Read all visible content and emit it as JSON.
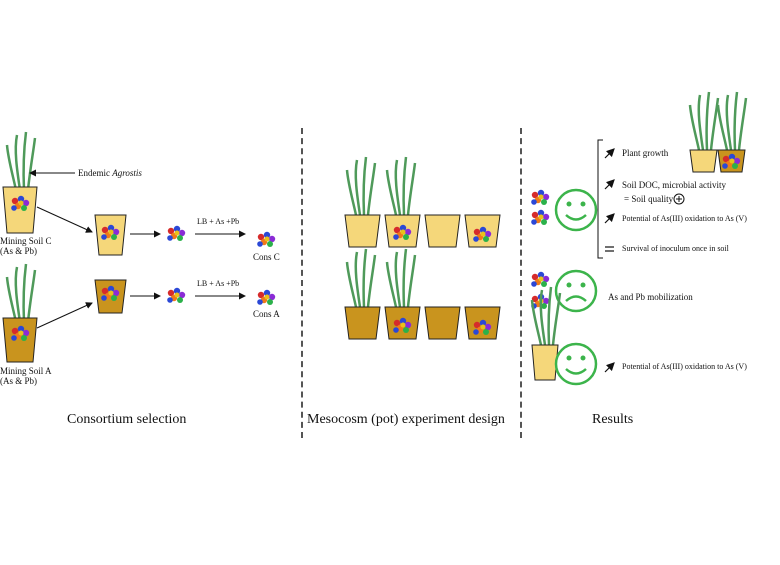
{
  "sections": {
    "left": "Consortium selection",
    "middle": "Mesocosm (pot) experiment design",
    "right": "Results"
  },
  "left": {
    "endemic_prefix": "Endemic ",
    "endemic_italic": "Agrostis",
    "soil_c_line1": "Mining Soil C",
    "soil_c_line2": "(As & Pb)",
    "soil_a_line1": "Mining Soil A",
    "soil_a_line2": "(As & Pb)",
    "arrow_label_c": "LB + As +Pb",
    "arrow_label_a": "LB + As +Pb",
    "cons_c": "Cons C",
    "cons_a": "Cons A"
  },
  "results": {
    "plant_growth": "Plant growth",
    "soil_doc": "Soil DOC, microbial activity",
    "soil_quality": "= Soil quality",
    "plus": "+",
    "oxidation": "Potential of As(III) oxidation to  As (V)",
    "survival": "Survival of inoculum once in soil",
    "mobilization": "As and Pb mobilization",
    "oxidation2": "Potential of As(III) oxidation to  As (V)"
  },
  "colors": {
    "light_soil": "#f5d77a",
    "dark_soil": "#c9941e",
    "grass": "#4f9a5a",
    "face": "#3cb44b",
    "pot_outline": "#222222"
  }
}
